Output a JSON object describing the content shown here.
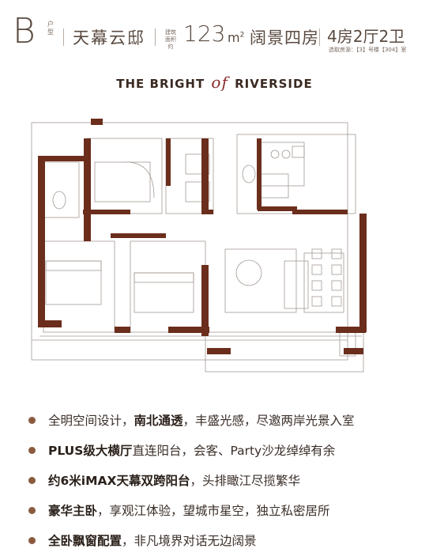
{
  "header": {
    "letter": "B",
    "hux_label": "户型",
    "series": "天幕云邸",
    "area_label": "建筑面积约",
    "area_value": "123",
    "area_unit": "m",
    "area_unit_sup": "2",
    "area_desc": "阔景四房",
    "layout": "4房2厅2卫",
    "sample_info": "选取房源：【3】号楼【304】室"
  },
  "brand": {
    "part1": "THE BRIGHT ",
    "of": "of",
    "part2": "RIVERSIDE"
  },
  "features": [
    {
      "bold": "",
      "text": "全明空间设计，",
      "bold2": "南北通透",
      "rest": "，丰盛光感，尽邀两岸光景入室"
    },
    {
      "bold": "PLUS级大横厅",
      "text": "直连阳台，会客、Party沙龙绰绰有余",
      "bold2": "",
      "rest": ""
    },
    {
      "bold": "约6米iMAX天幕双跨阳台",
      "text": "，头排瞰江尽揽繁华",
      "bold2": "",
      "rest": ""
    },
    {
      "bold": "豪华主卧",
      "text": "，享观江体验，望城市星空，独立私密居所",
      "bold2": "",
      "rest": ""
    },
    {
      "bold": "全卧飘窗配置",
      "text": "，非凡境界对话无边阔景",
      "bold2": "",
      "rest": ""
    }
  ],
  "colors": {
    "wall": "#6b2e1c",
    "line": "#a39a93",
    "bullet": "#8a5a3f"
  }
}
